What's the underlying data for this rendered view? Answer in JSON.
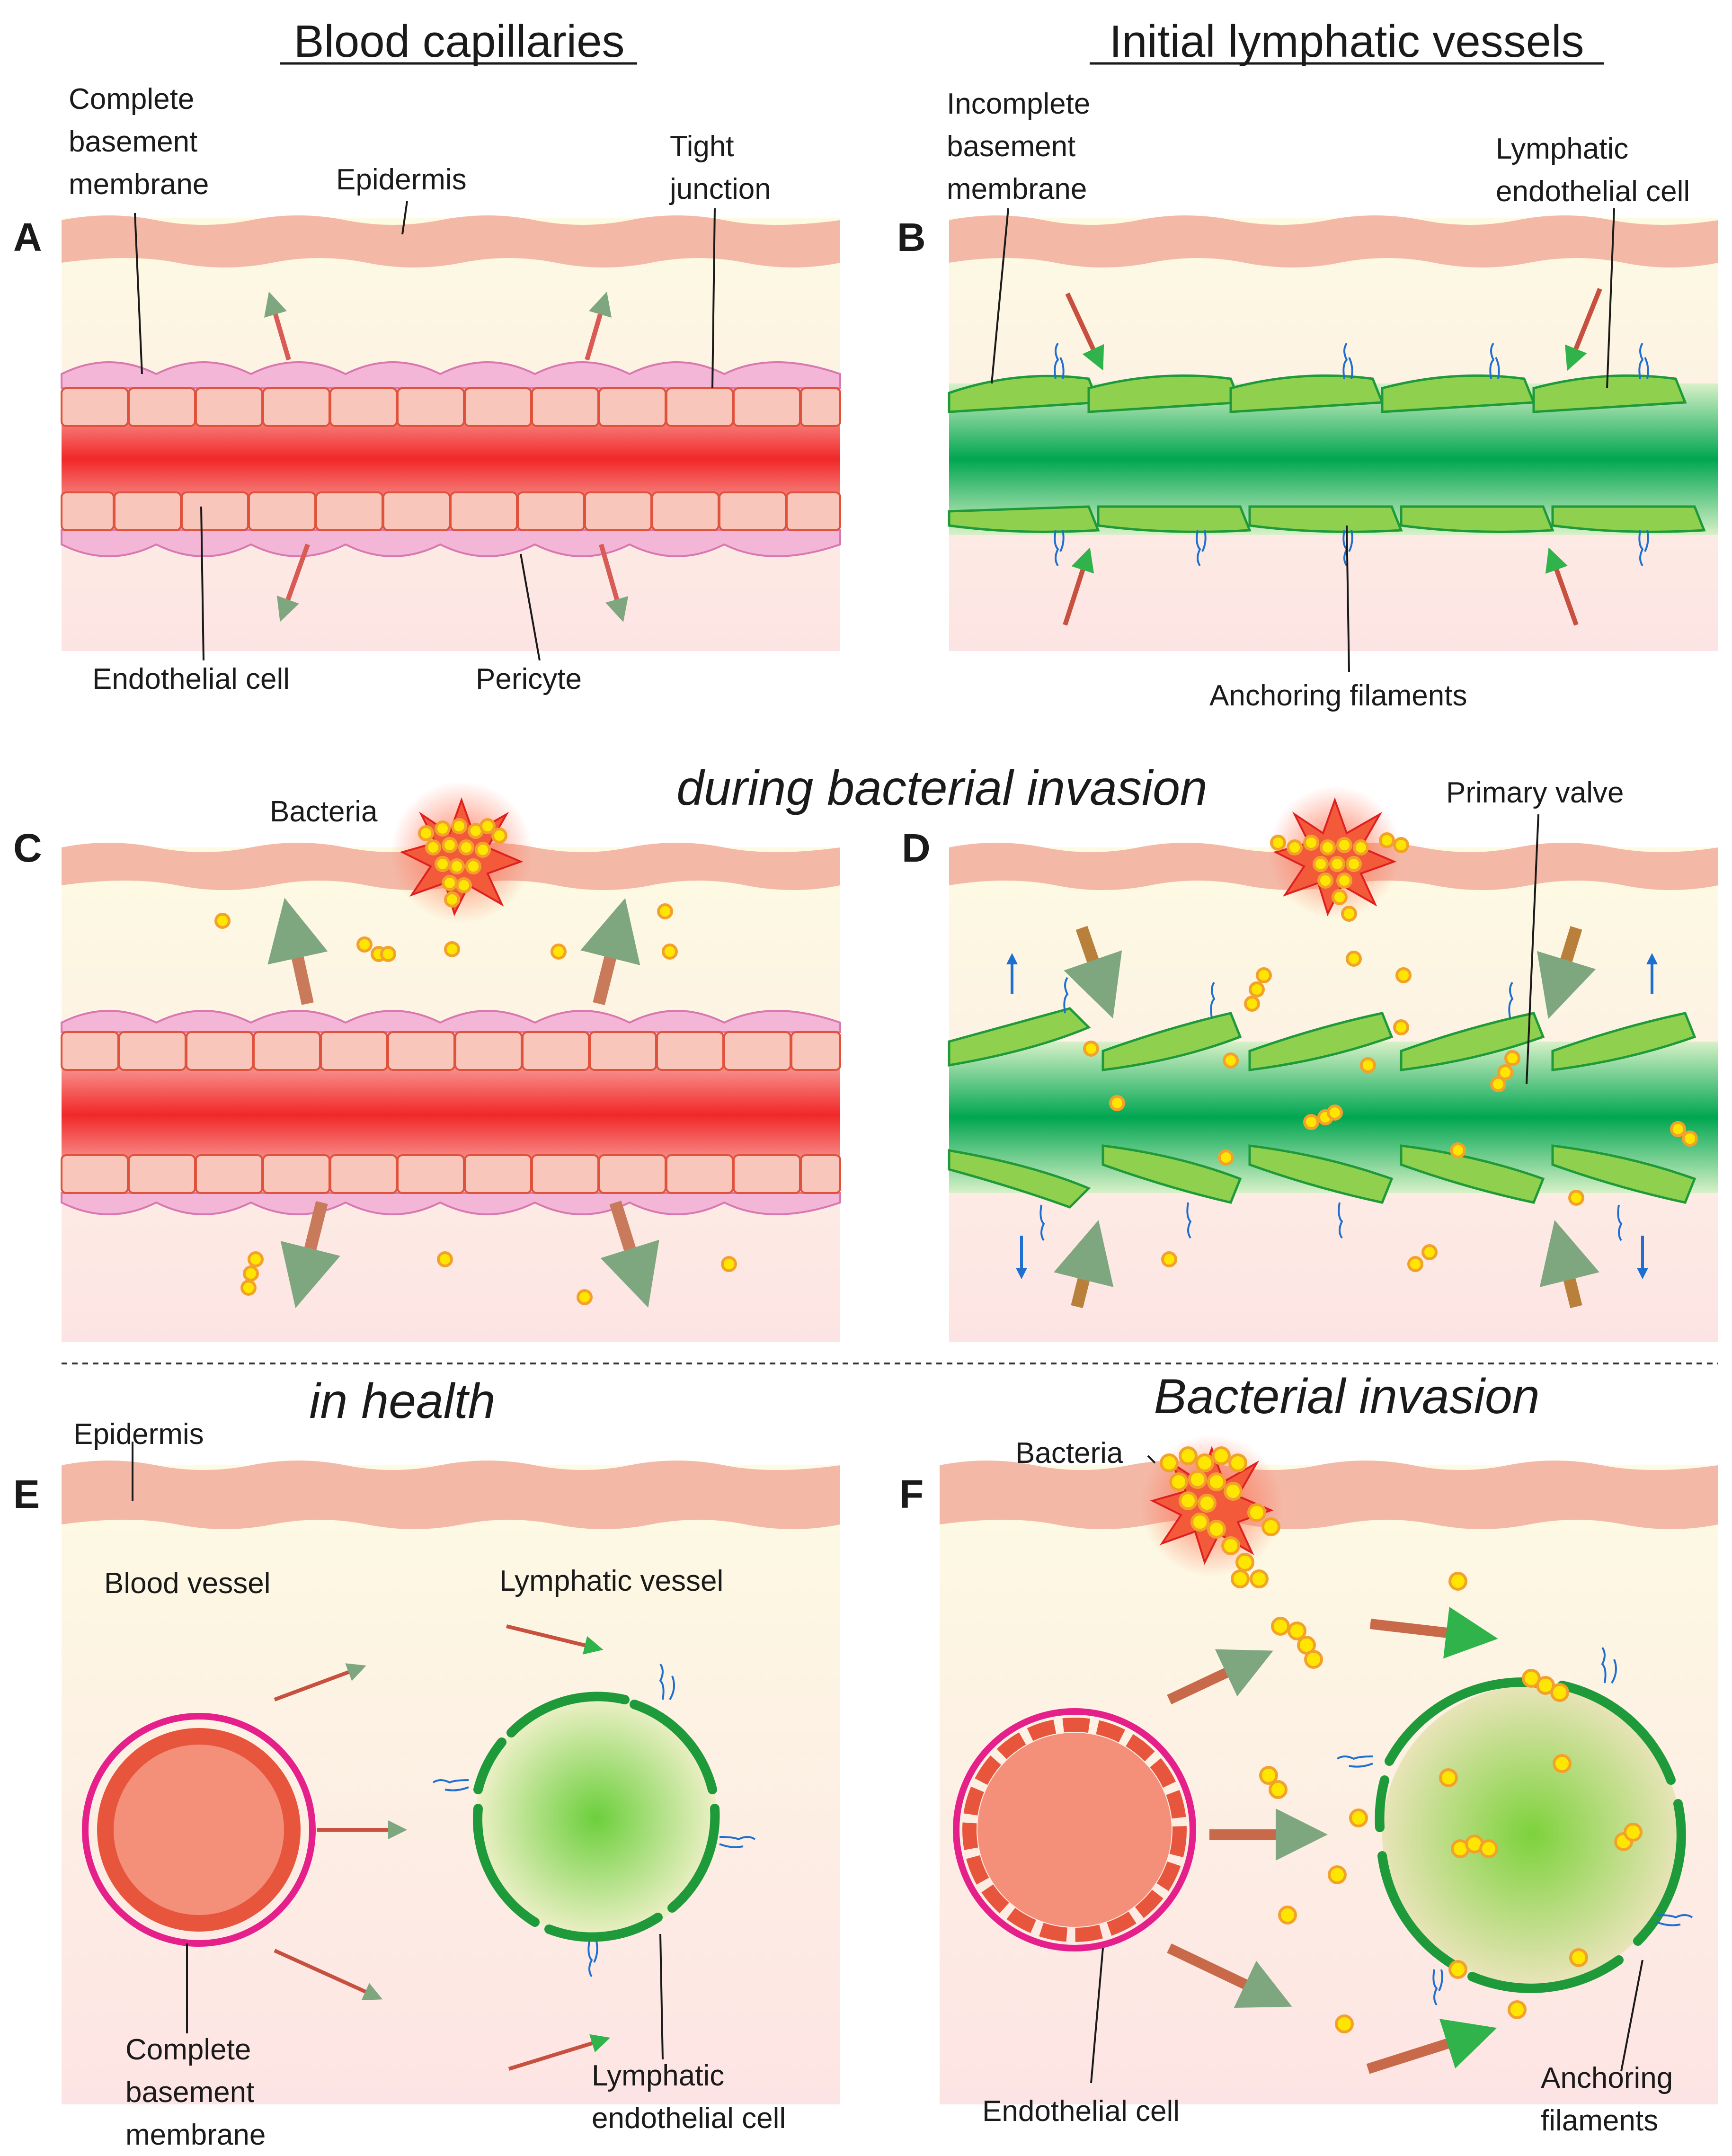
{
  "titles": {
    "blood": "Blood capillaries",
    "lymph": "Initial lymphatic vessels",
    "invasion_row": "during bacterial invasion",
    "health": "in health",
    "bacterial": "Bacterial invasion"
  },
  "panels": {
    "A": "A",
    "B": "B",
    "C": "C",
    "D": "D",
    "E": "E",
    "F": "F"
  },
  "labels": {
    "a_complete_1": "Complete",
    "a_complete_2": "basement",
    "a_complete_3": "membrane",
    "a_epidermis": "Epidermis",
    "a_tight_1": "Tight",
    "a_tight_2": "junction",
    "a_endothelial": "Endothelial cell",
    "a_pericyte": "Pericyte",
    "b_incomplete_1": "Incomplete",
    "b_incomplete_2": "basement",
    "b_incomplete_3": "membrane",
    "b_lec_1": "Lymphatic",
    "b_lec_2": "endothelial cell",
    "b_anchoring": "Anchoring filaments",
    "c_bacteria": "Bacteria",
    "d_primary_valve": "Primary valve",
    "e_epidermis": "Epidermis",
    "e_blood_vessel": "Blood vessel",
    "e_lymph_vessel": "Lymphatic vessel",
    "e_complete_1": "Complete",
    "e_complete_2": "basement",
    "e_complete_3": "membrane",
    "e_lec_1": "Lymphatic",
    "e_lec_2": "endothelial cell",
    "f_bacteria": "Bacteria",
    "f_endothelial": "Endothelial cell",
    "f_anchoring_1": "Anchoring",
    "f_anchoring_2": "filaments"
  },
  "colors": {
    "epidermis": "#f4b8a6",
    "dermis_top": "#fdfbe3",
    "dermis_bottom": "#fde4e4",
    "blood": "#f23b3b",
    "endothelial_cell": "#f9c6bb",
    "pericyte": "#f3b6d6",
    "lymph_green": "#00a651",
    "lec_fill": "#8fd14f",
    "bacteria": "#ffe600",
    "burst": "#f25a3a",
    "filament": "#1f6fd1"
  }
}
